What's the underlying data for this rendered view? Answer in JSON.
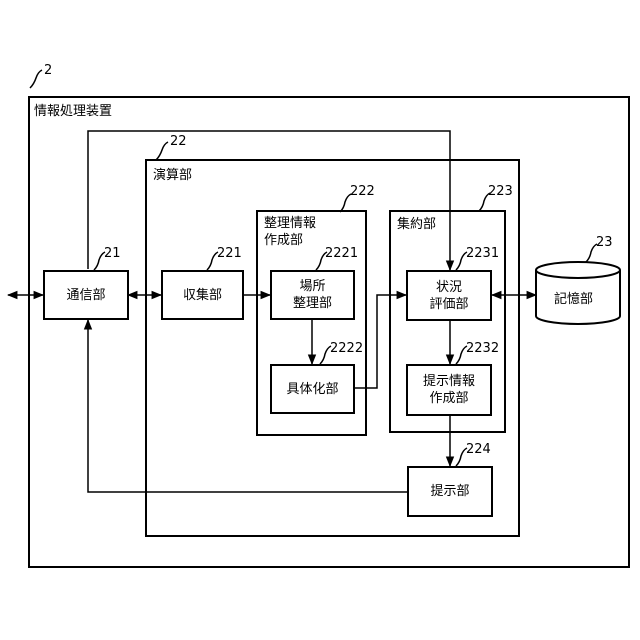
{
  "device": {
    "ref": "2",
    "title": "情報処理装置"
  },
  "compute": {
    "ref": "22",
    "title": "演算部"
  },
  "comm": {
    "ref": "21",
    "label": "通信部"
  },
  "collect": {
    "ref": "221",
    "label": "収集部"
  },
  "organize": {
    "ref": "222",
    "title_line1": "整理情報",
    "title_line2": "作成部"
  },
  "place": {
    "ref": "2221",
    "line1": "場所",
    "line2": "整理部"
  },
  "concrete": {
    "ref": "2222",
    "label": "具体化部"
  },
  "aggregate": {
    "ref": "223",
    "title": "集約部"
  },
  "evaluate": {
    "ref": "2231",
    "line1": "状況",
    "line2": "評価部"
  },
  "present_info": {
    "ref": "2232",
    "line1": "提示情報",
    "line2": "作成部"
  },
  "present": {
    "ref": "224",
    "label": "提示部"
  },
  "storage": {
    "ref": "23",
    "label": "記憶部"
  }
}
